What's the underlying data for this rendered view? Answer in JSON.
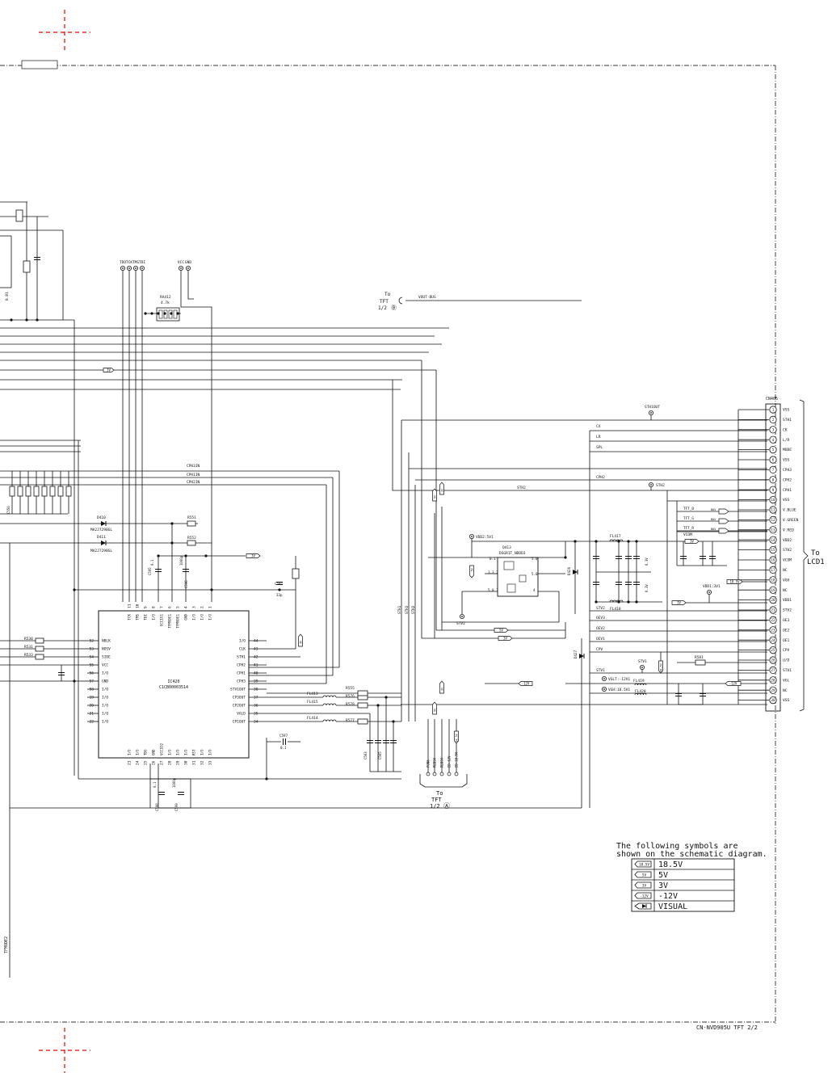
{
  "schematic": {
    "sheet_title": "CN-NVD905U TFT 2/2",
    "connector_to": {
      "label_to": "To",
      "label_name": "LCD1"
    },
    "bus_to": {
      "label_to": "To",
      "label_tft": "TFT",
      "label_sheet": "1/2",
      "label_marker": "Ⓑ",
      "signal": "VOUT-BUS"
    },
    "bottom_to": {
      "label_to": "To",
      "label_tft": "TFT",
      "label_sheet": "1/2",
      "label_marker": "Ⓐ"
    },
    "ic": {
      "ref": "IC420",
      "part": "C1CB00003514"
    },
    "ic_left_pins": [
      {
        "num": "52",
        "name": "NBLK"
      },
      {
        "num": "53",
        "name": "NOSV"
      },
      {
        "num": "54",
        "name": "SIDE"
      },
      {
        "num": "55",
        "name": "VCC"
      },
      {
        "num": "56",
        "name": "I/O"
      },
      {
        "num": "57",
        "name": "GND"
      },
      {
        "num": "58",
        "name": "I/O"
      },
      {
        "num": "19",
        "name": "I/O"
      },
      {
        "num": "20",
        "name": "I/O"
      },
      {
        "num": "21",
        "name": "I/O"
      },
      {
        "num": "22",
        "name": "I/O"
      }
    ],
    "ic_right_pins": [
      {
        "num": "44",
        "name": "I/O"
      },
      {
        "num": "43",
        "name": "CLK"
      },
      {
        "num": "42",
        "name": "STH1"
      },
      {
        "num": "41",
        "name": "CPH2"
      },
      {
        "num": "40",
        "name": "CPH1"
      },
      {
        "num": "39",
        "name": "CPH3"
      },
      {
        "num": "38",
        "name": "STV1OUT"
      },
      {
        "num": "37",
        "name": "CP3OUT"
      },
      {
        "num": "36",
        "name": "CP2OUT"
      },
      {
        "num": "35",
        "name": "VALD"
      },
      {
        "num": "34",
        "name": "CP1OUT"
      }
    ],
    "ic_top_pins": [
      "11",
      "10",
      "9",
      "8",
      "7",
      "6",
      "5",
      "4",
      "3",
      "2",
      "1"
    ],
    "ic_top_names": [
      "TCK",
      "TMS",
      "TDI",
      "I/O",
      "VCCIO1",
      "TFMODE1",
      "TFMODE1",
      "GND",
      "I/O",
      "I/O",
      "I/O"
    ],
    "ic_bottom_pins": [
      "23",
      "24",
      "25",
      "26",
      "27",
      "28",
      "29",
      "30",
      "31",
      "32",
      "33"
    ],
    "ic_bottom_names": [
      "I/O",
      "I/O",
      "TDO",
      "GND",
      "VCCIO2",
      "I/O",
      "I/O",
      "I/O",
      "RST",
      "I/O",
      "I/O"
    ],
    "jtag_labels": [
      "TDO",
      "TCK",
      "TMS",
      "TDI"
    ],
    "power_labels": [
      "VCC",
      "GND"
    ],
    "resistor_array": {
      "ref": "RA412",
      "value": "4.7k"
    },
    "connector": {
      "ref": "CN405"
    },
    "connector_pins": [
      {
        "num": "1",
        "name": "VSS"
      },
      {
        "num": "2",
        "name": "STH1"
      },
      {
        "num": "3",
        "name": "CK"
      },
      {
        "num": "4",
        "name": "L/R"
      },
      {
        "num": "5",
        "name": "MODE"
      },
      {
        "num": "6",
        "name": "VSS"
      },
      {
        "num": "7",
        "name": "CPH3"
      },
      {
        "num": "8",
        "name": "CPH2"
      },
      {
        "num": "9",
        "name": "CPH1"
      },
      {
        "num": "10",
        "name": "VSS"
      },
      {
        "num": "11",
        "name": "V.BLUE"
      },
      {
        "num": "12",
        "name": "V.GREEN"
      },
      {
        "num": "13",
        "name": "V.RED"
      },
      {
        "num": "14",
        "name": "VDD2"
      },
      {
        "num": "15",
        "name": "STH2"
      },
      {
        "num": "16",
        "name": "VCOM"
      },
      {
        "num": "17",
        "name": "NC"
      },
      {
        "num": "18",
        "name": "VGH"
      },
      {
        "num": "19",
        "name": "NC"
      },
      {
        "num": "20",
        "name": "VDD1"
      },
      {
        "num": "21",
        "name": "STV2"
      },
      {
        "num": "22",
        "name": "OE3"
      },
      {
        "num": "23",
        "name": "OE2"
      },
      {
        "num": "24",
        "name": "OE1"
      },
      {
        "num": "25",
        "name": "CPV"
      },
      {
        "num": "26",
        "name": "U/D"
      },
      {
        "num": "27",
        "name": "STV1"
      },
      {
        "num": "28",
        "name": "VGL"
      },
      {
        "num": "29",
        "name": "NC"
      },
      {
        "num": "30",
        "name": "VSS"
      }
    ],
    "net_labels": {
      "cx": "CX",
      "lr": "LR",
      "spl": "SPL",
      "cph2": "CPH2",
      "sth2": "STH2",
      "sth1out": "STH1OUT",
      "cph3in": "CPH3IN",
      "cph1in": "CPH1IN",
      "cph2in": "CPH2IN",
      "stv2": "STV2",
      "oev3": "OEV3",
      "oev2": "OEV2",
      "oev1": "OEV1",
      "cpv": "CPV",
      "stv1": "STV1",
      "tft_b": "TFT_B",
      "tft_g": "TFT_G",
      "tft_r": "TFT_R",
      "vcom": "VCOM",
      "vdd2": "VDD2:5V1",
      "vdd1": "VDD1:3V1",
      "vglt": "VGLT:-12V1",
      "vgh": "VGH:18.5V1",
      "sth2net": "STH2",
      "stv1tp": "STV1",
      "stv2tp": "STV2",
      "tfmode2": "TFMODE2"
    },
    "parts": {
      "r530": "R530",
      "r531": "R531",
      "r533": "R533",
      "d410": "D410",
      "d410p": "MA2J7290GL",
      "d411": "D411",
      "d411p": "MA2J7290GL",
      "r551": "R551",
      "r552": "R552",
      "r555": "R555",
      "r576": "R576",
      "r578": "R578",
      "r577": "R577",
      "fl413": "FL413",
      "fl415": "FL415",
      "fl414": "FL414",
      "fl417": "FL417",
      "fl418": "FL418",
      "fl419": "FL419",
      "fl420": "FL420",
      "q413": "Q413",
      "q413p": "DSGR1T_NDDD3",
      "d426": "D426",
      "d427": "D427",
      "r581": "R581",
      "c597": "C597",
      "c597v": "0.1",
      "c591": "C591",
      "c591v": "33p",
      "c595": "C595",
      "c595v": "0.1",
      "c596": "C596",
      "c596v": "1000p",
      "c598": "C598",
      "c598v": "0.1",
      "c599": "C599",
      "c599v": "1000p"
    },
    "bottom_signals": [
      "PON6",
      "RED9V",
      "RED9V",
      "ED-12V",
      "ED-18.5V"
    ],
    "bus_signals": [
      "STH1",
      "STH3",
      "STH2"
    ],
    "arrows": {
      "a3v": "3V",
      "a5v": "5V"
    },
    "q_pins": {
      "p1": "0.1",
      "p2": "3.3 2",
      "p3": "5.0 3",
      "p4": "5.0",
      "p5": "5.0",
      "p6": "4"
    }
  },
  "legend": {
    "heading_line1": "The following symbols are",
    "heading_line2": "shown on the schematic diagram.",
    "items": [
      {
        "symbol": "18.5V",
        "meaning": "18.5V"
      },
      {
        "symbol": "5V",
        "meaning": "5V"
      },
      {
        "symbol": "3V",
        "meaning": "3V"
      },
      {
        "symbol": "-12V",
        "meaning": "-12V"
      },
      {
        "symbol": "V",
        "meaning": "VISUAL"
      }
    ]
  }
}
